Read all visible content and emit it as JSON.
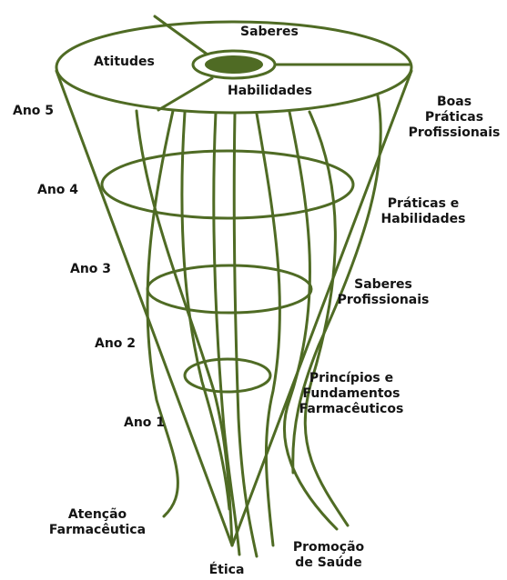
{
  "top_disc": {
    "sections": [
      "Saberes",
      "Atitudes",
      "Habilidades"
    ]
  },
  "years": [
    "Ano 5",
    "Ano 4",
    "Ano 3",
    "Ano 2",
    "Ano 1"
  ],
  "levels": [
    [
      "Boas",
      "Práticas",
      "Profissionais"
    ],
    [
      "Práticas e",
      "Habilidades"
    ],
    [
      "Saberes",
      "Profissionais"
    ],
    [
      "Princípios e",
      "Fundamentos",
      "Farmacêuticos"
    ]
  ],
  "strands": [
    [
      "Atenção",
      "Farmacêutica"
    ],
    [
      "Ética"
    ],
    [
      "Promoção",
      "de Saúde"
    ]
  ],
  "colors": {
    "line": "#4f6b24",
    "hub": "#4f6b24",
    "text": "#141414",
    "background": "#ffffff"
  }
}
